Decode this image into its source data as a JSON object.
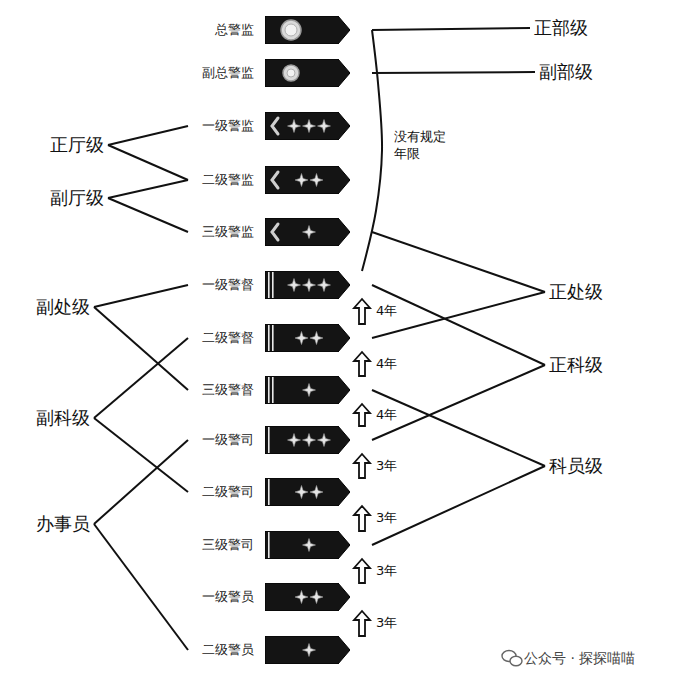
{
  "diagram": {
    "nodes": [
      {
        "text": [
          "总警监"
        ]
      },
      {
        "text": [
          "副总警监"
        ]
      },
      {
        "text": [
          "一级警监"
        ]
      },
      {
        "text": [
          "二级警监"
        ]
      },
      {
        "text": [
          "三级警监"
        ]
      },
      {
        "text": [
          "一级警督"
        ]
      },
      {
        "text": [
          "二级警督"
        ]
      },
      {
        "text": [
          "三级警督"
        ]
      },
      {
        "text": [
          "一级警司"
        ]
      },
      {
        "text": [
          "二级警司"
        ]
      },
      {
        "text": [
          "三级警司"
        ]
      },
      {
        "text": [
          "一级警员"
        ]
      },
      {
        "text": [
          "二级警员"
        ]
      },
      {
        "text": [
          "正部级"
        ]
      },
      {
        "text": [
          "副部级"
        ]
      },
      {
        "text": [
          "正厅级"
        ]
      },
      {
        "text": [
          "副厅级"
        ]
      },
      {
        "text": [
          "正处级"
        ]
      },
      {
        "text": [
          "副处级"
        ]
      },
      {
        "text": [
          "正科级"
        ]
      },
      {
        "text": [
          "副科级"
        ]
      },
      {
        "text": [
          "科员级"
        ]
      },
      {
        "text": [
          "办事员"
        ]
      }
    ],
    "edges": [
      {
        "from": 0,
        "to": 13,
        "arrow": "none"
      },
      {
        "from": 1,
        "to": 14,
        "arrow": "none"
      },
      {
        "from": 4,
        "to": 17,
        "arrow": "none"
      },
      {
        "from": 6,
        "to": 17,
        "arrow": "none"
      },
      {
        "from": 5,
        "to": 19,
        "arrow": "none"
      },
      {
        "from": 8,
        "to": 19,
        "arrow": "none"
      },
      {
        "from": 7,
        "to": 21,
        "arrow": "none"
      },
      {
        "from": 10,
        "to": 21,
        "arrow": "none"
      },
      {
        "from": 15,
        "to": 2,
        "arrow": "none"
      },
      {
        "from": 15,
        "to": 3,
        "arrow": "none"
      },
      {
        "from": 16,
        "to": 3,
        "arrow": "none"
      },
      {
        "from": 16,
        "to": 4,
        "arrow": "none"
      },
      {
        "from": 18,
        "to": 5,
        "arrow": "none"
      },
      {
        "from": 18,
        "to": 7,
        "arrow": "none"
      },
      {
        "from": 20,
        "to": 6,
        "arrow": "none"
      },
      {
        "from": 20,
        "to": 9,
        "arrow": "none"
      },
      {
        "from": 22,
        "to": 8,
        "arrow": "none"
      },
      {
        "from": 22,
        "to": 12,
        "arrow": "none"
      },
      {
        "from": 5,
        "to": 0,
        "label": "没有规定年限",
        "arrow": "none"
      },
      {
        "from": 6,
        "to": 5,
        "label": "4年",
        "arrow": "to"
      },
      {
        "from": 7,
        "to": 6,
        "label": "4年",
        "arrow": "to"
      },
      {
        "from": 8,
        "to": 7,
        "label": "4年",
        "arrow": "to"
      },
      {
        "from": 9,
        "to": 8,
        "label": "3年",
        "arrow": "to"
      },
      {
        "from": 10,
        "to": 9,
        "label": "3年",
        "arrow": "to"
      },
      {
        "from": 11,
        "to": 10,
        "label": "3年",
        "arrow": "to"
      },
      {
        "from": 12,
        "to": 11,
        "label": "3年",
        "arrow": "to"
      }
    ],
    "labels": [
      "公众号 · 探探喵喵"
    ]
  }
}
